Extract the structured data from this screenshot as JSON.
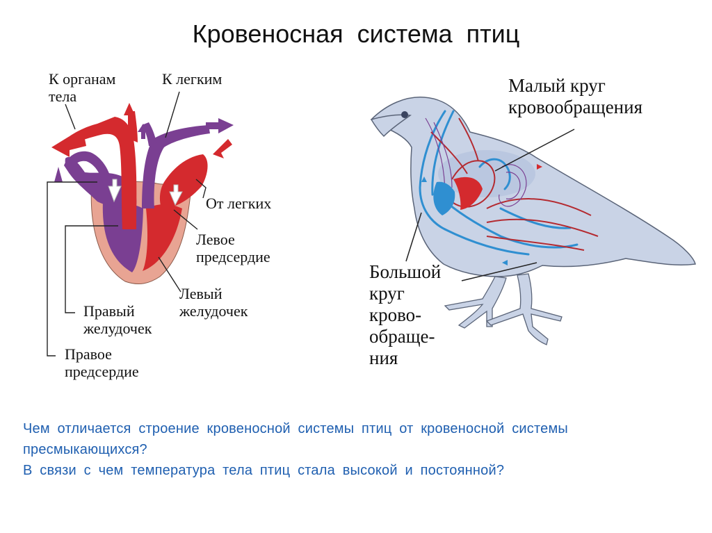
{
  "title": "Кровеносная  система  птиц",
  "heart_labels": {
    "to_organs": "К органам\nтела",
    "to_lungs": "К легким",
    "from_lungs": "От легких",
    "left_atrium": "Левое\nпредсердие",
    "left_ventricle": "Левый\nжелудочек",
    "right_ventricle": "Правый\nжелудочек",
    "right_atrium": "Правое\nпредсердие"
  },
  "bird_labels": {
    "pulmonary_circuit": "Малый круг\nкровообращения",
    "systemic_circuit": "Большой\nкруг\nкрово-\nобраще-\nния"
  },
  "questions": {
    "q1": "Чем отличается строение кровеносной системы птиц от кровеносной системы пресмыкающихся?",
    "q2": "В связи с чем температура тела птиц стала высокой и постоянной?"
  },
  "colors": {
    "arterial": "#d42a2e",
    "venous": "#7a3f92",
    "heart_wall": "#e8a493",
    "bird_body": "#c9d3e6",
    "vessel_blue": "#2f8fd1",
    "question_text": "#1f5fb0"
  }
}
